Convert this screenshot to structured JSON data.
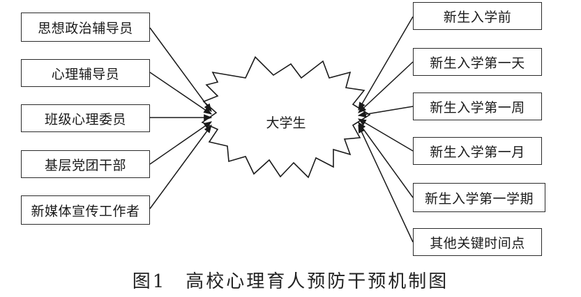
{
  "center": {
    "label": "大学生"
  },
  "left_nodes": [
    {
      "label": "思想政治辅导员"
    },
    {
      "label": "心理辅导员"
    },
    {
      "label": "班级心理委员"
    },
    {
      "label": "基层党团干部"
    },
    {
      "label": "新媒体宣传工作者"
    }
  ],
  "right_nodes": [
    {
      "label": "新生入学前"
    },
    {
      "label": "新生入学第一天"
    },
    {
      "label": "新生入学第一周"
    },
    {
      "label": "新生入学第一月"
    },
    {
      "label": "新生入学第一学期"
    },
    {
      "label": "其他关键时间点"
    }
  ],
  "caption": {
    "figure_number": "图1",
    "title": "高校心理育人预防干预机制图"
  }
}
